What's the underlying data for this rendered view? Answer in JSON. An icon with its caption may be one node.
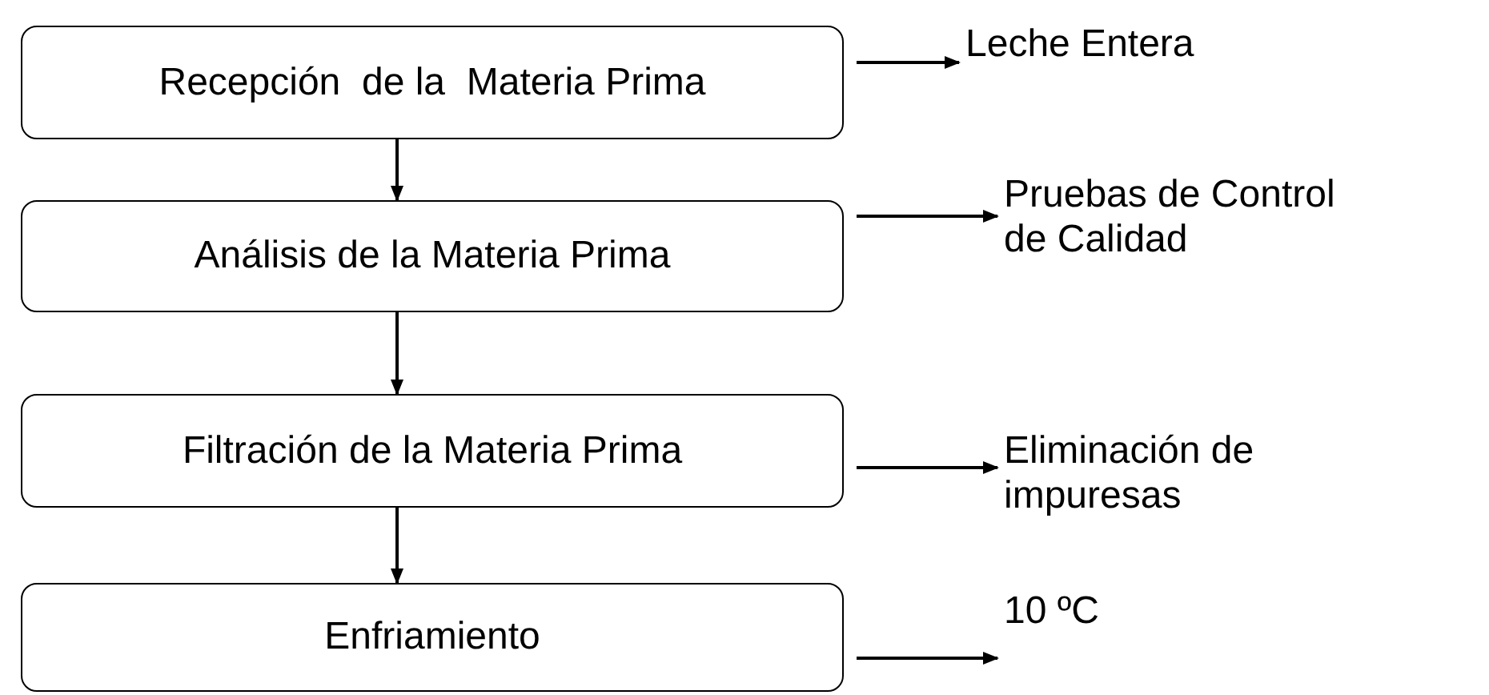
{
  "diagram": {
    "nodes": [
      {
        "text": [
          "Recepción  de la  Materia Prima"
        ]
      },
      {
        "text": [
          "Análisis de la Materia Prima"
        ]
      },
      {
        "text": [
          "Filtración de la Materia Prima"
        ]
      },
      {
        "text": [
          "Enfriamiento"
        ]
      },
      {
        "text": [
          "Leche Entera"
        ]
      },
      {
        "text": [
          "Pruebas de Control de Calidad"
        ]
      },
      {
        "text": [
          "Eliminación de impuresas"
        ]
      },
      {
        "text": [
          "10 ºC"
        ]
      }
    ],
    "edges": [
      {
        "from": 0,
        "to": 1,
        "arrow": "to"
      },
      {
        "from": 1,
        "to": 2,
        "arrow": "to"
      },
      {
        "from": 2,
        "to": 3,
        "arrow": "to"
      },
      {
        "from": 0,
        "to": 4,
        "arrow": "to"
      },
      {
        "from": 1,
        "to": 5,
        "arrow": "to"
      },
      {
        "from": 2,
        "to": 6,
        "arrow": "to"
      },
      {
        "from": 3,
        "to": 7,
        "arrow": "to"
      }
    ]
  }
}
